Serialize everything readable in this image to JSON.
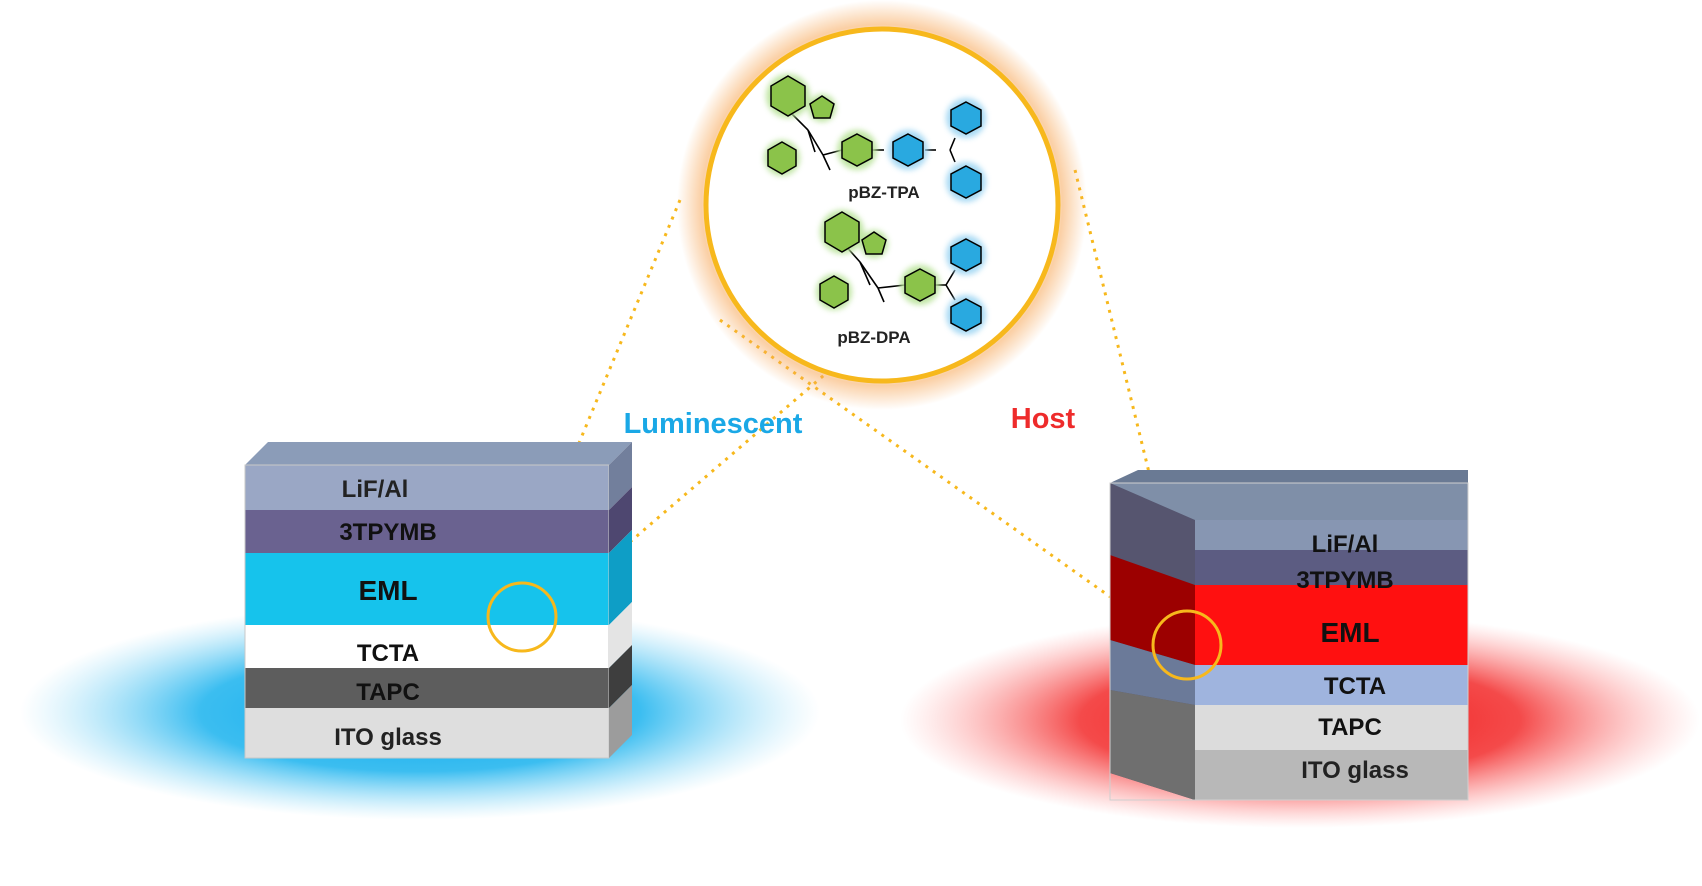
{
  "colors": {
    "orange": "#f7b81c",
    "green": "#7cc242",
    "blue": "#2aa7e1",
    "luminescent": "#1aa8e6",
    "host": "#ee2b2b"
  },
  "molecules": [
    {
      "label": "pBZ-TPA"
    },
    {
      "label": "pBZ-DPA"
    }
  ],
  "roles": {
    "luminescent": "Luminescent",
    "host": "Host"
  },
  "left_device": {
    "layers": [
      "LiF/Al",
      "3TPYMB",
      "EML",
      "TCTA",
      "TAPC",
      "ITO glass"
    ]
  },
  "right_device": {
    "layers": [
      "LiF/Al",
      "3TPYMB",
      "EML",
      "TCTA",
      "TAPC",
      "ITO glass"
    ]
  }
}
